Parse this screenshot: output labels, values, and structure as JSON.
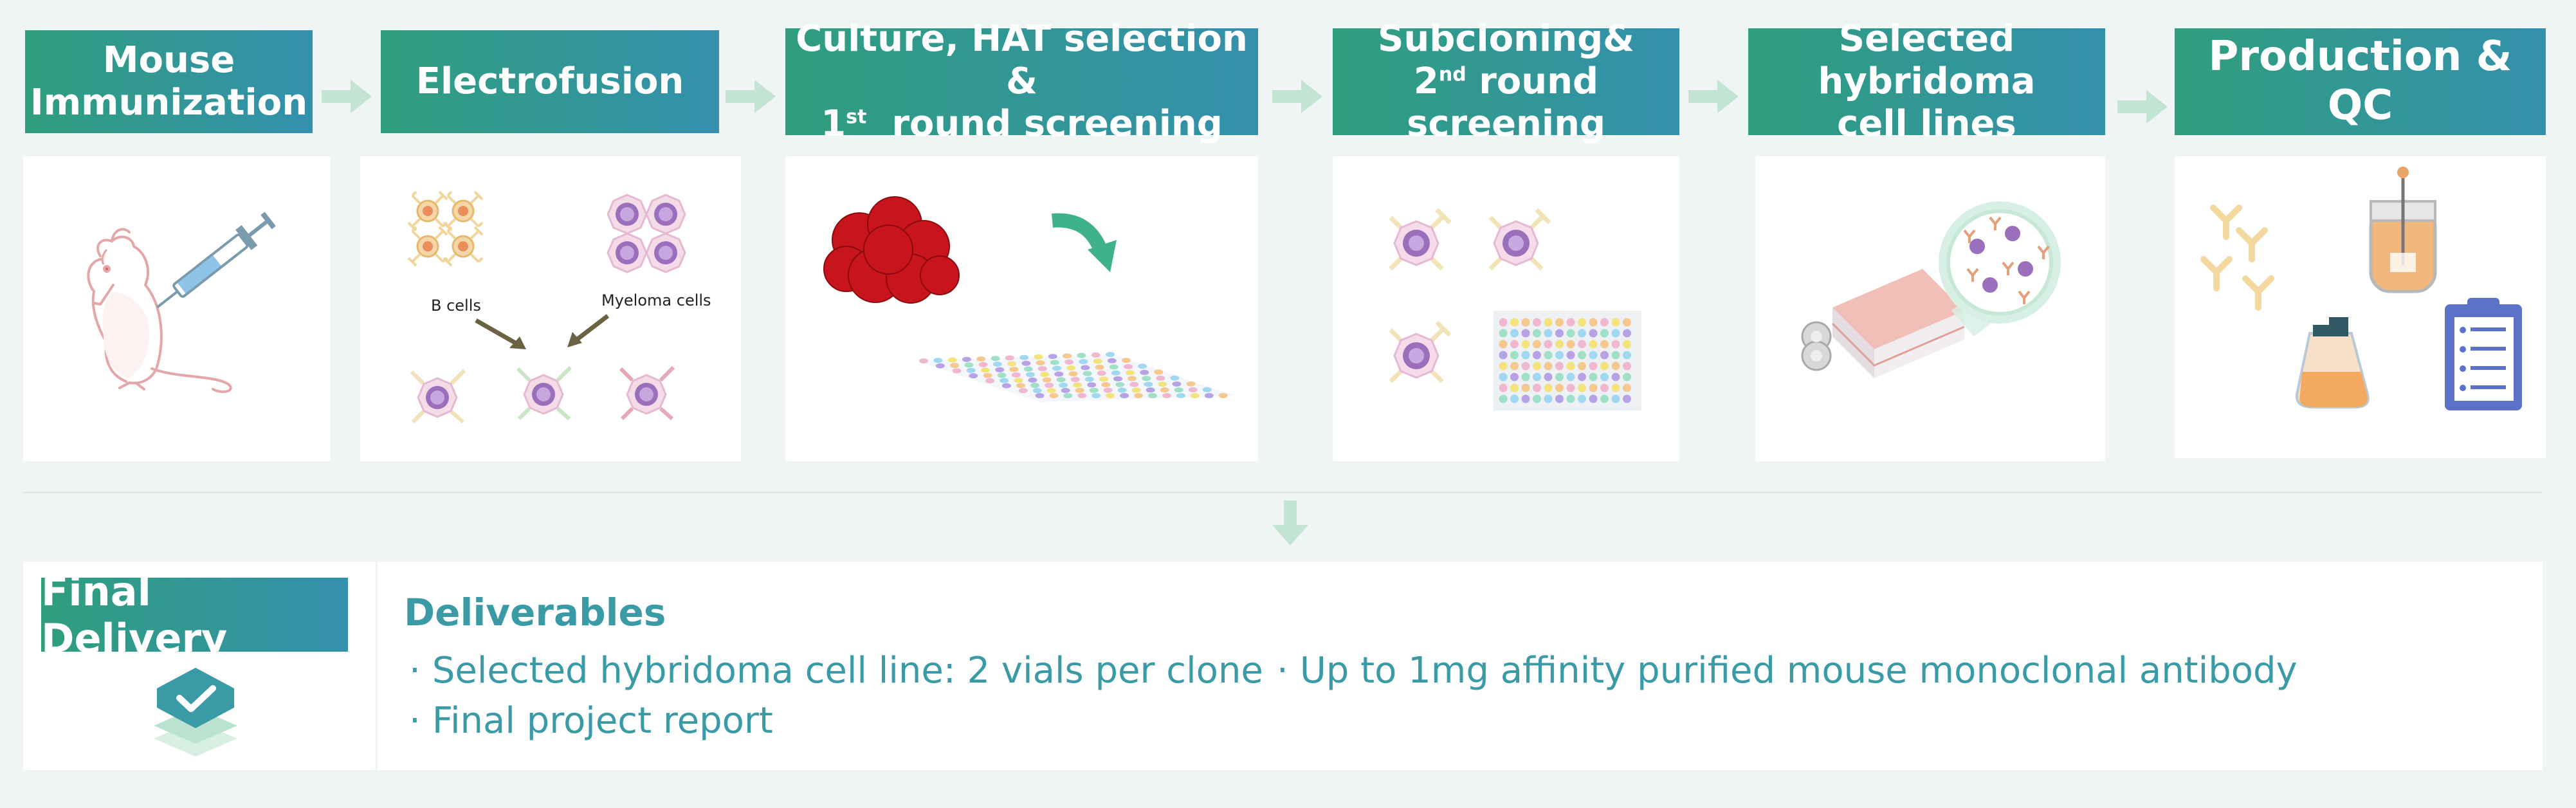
{
  "steps": [
    {
      "id": "immunization",
      "line1": "Mouse",
      "line2": "Immunization"
    },
    {
      "id": "electrofusion",
      "line1": "Electrofusion"
    },
    {
      "id": "culture",
      "line1": "Culture, HAT selection &",
      "line2_num": "1",
      "line2_sup": "st",
      "line2_rest": "round screening"
    },
    {
      "id": "subcloning",
      "line1": "Subcloning&",
      "line2_num": "2",
      "line2_sup": "nd",
      "line2_rest": "round screening"
    },
    {
      "id": "selected",
      "line1": "Selected hybridoma",
      "line2": "cell lines"
    },
    {
      "id": "production",
      "line1": "Production & QC"
    }
  ],
  "electrofusion_labels": {
    "b_cells": "B cells",
    "myeloma": "Myeloma cells"
  },
  "final": {
    "header": "Final Delivery",
    "deliverables_title": "Deliverables",
    "items": [
      "Selected hybridoma cell line: 2 vials per clone",
      "Up to 1mg affinity purified mouse monoclonal antibody",
      "Final project report"
    ],
    "bullet": "·"
  },
  "colors": {
    "header_start": "#2f9e7d",
    "header_end": "#3490ad",
    "arrow": "#c3e3d3",
    "text_accent": "#3a9ba6",
    "background": "#eff5f4"
  }
}
